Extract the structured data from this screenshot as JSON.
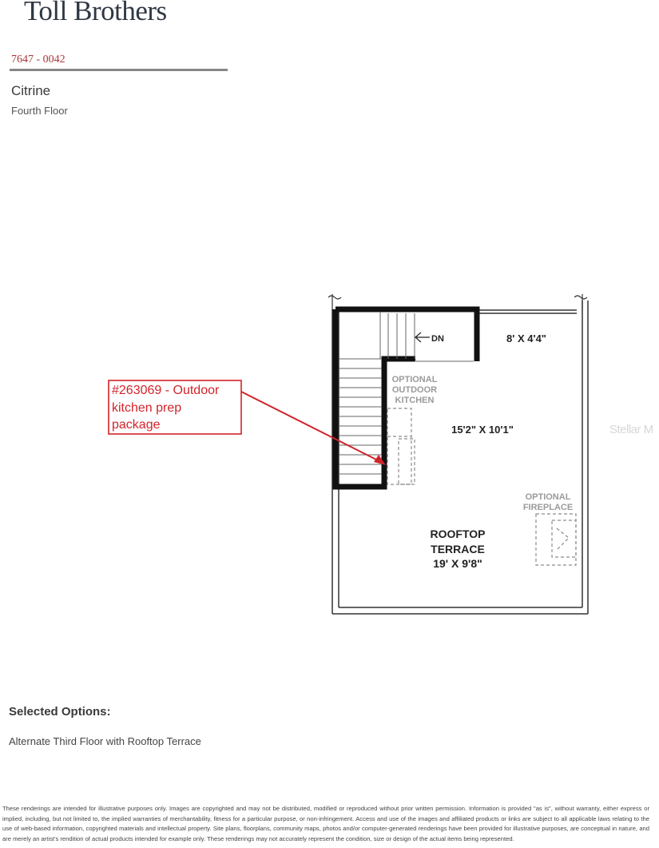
{
  "header": {
    "brand": "Toll Brothers",
    "code": "7647 - 0042",
    "plan_name": "Citrine",
    "floor_name": "Fourth Floor"
  },
  "floorplan": {
    "stair_label": "DN",
    "room_small": "8' X 4'4\"",
    "opt_kitchen_l1": "OPTIONAL",
    "opt_kitchen_l2": "OUTDOOR",
    "opt_kitchen_l3": "KITCHEN",
    "room_mid": "15'2\" X 10'1\"",
    "opt_fireplace_l1": "OPTIONAL",
    "opt_fireplace_l2": "FIREPLACE",
    "terrace_l1": "ROOFTOP",
    "terrace_l2": "TERRACE",
    "terrace_dims": "19' X 9'8\"",
    "colors": {
      "wall": "#111111",
      "dashed": "#8c8c8c",
      "annotation": "#d2232a"
    }
  },
  "annotation": {
    "line1": "#263069 - Outdoor",
    "line2": "kitchen prep",
    "line3": "package"
  },
  "watermark": "Stellar M",
  "options": {
    "title": "Selected Options:",
    "item": "Alternate Third Floor with Rooftop Terrace"
  },
  "disclaimer": "These renderings are intended for illustrative purposes only. Images are copyrighted and may not be distributed, modified or reproduced without prior written permission. Information is provided \"as is\", without warranty, either express or implied, including, but not limited to, the implied warranties of merchantability, fitness for a particular purpose, or non-infringement. Access and use of the images and affiliated products or links are subject to all applicable laws relating to the use of web-based information, copyrighted materials and intellectual property. Site plans, floorplans, community maps, photos and/or computer-generated renderings have been provided for illustrative purposes, are conceptual in nature, and are merely an artist's rendition of actual products intended for example only. These renderings may not accurately represent the condition, size or design of the actual items being represented."
}
